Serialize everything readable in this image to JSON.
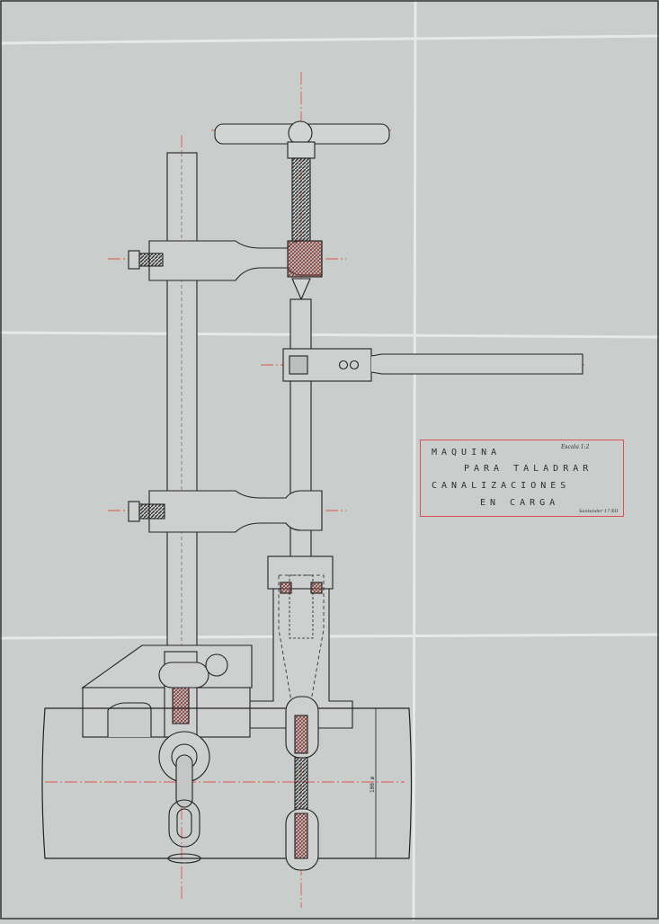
{
  "title_block": {
    "line1": "MAQUINA",
    "line2": "PARA TALADRAR",
    "line3": "CANALIZACIONES",
    "line4": "EN CARGA",
    "scale": "Escala 1:2",
    "signature": "Santander 17-XII"
  },
  "drawing": {
    "dimension_label": "100 ø"
  },
  "colors": {
    "paper": "#c9cdcb",
    "ink": "#2b2f33",
    "red_line": "#e0584f",
    "fold": "#e9ecea"
  }
}
